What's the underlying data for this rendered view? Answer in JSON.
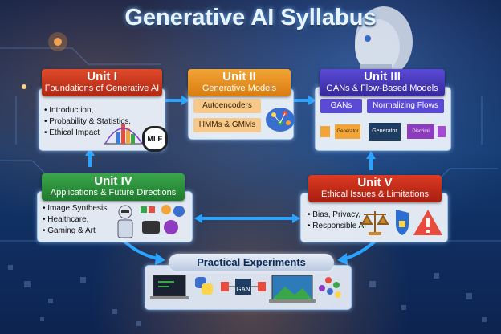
{
  "title": "Generative AI Syllabus",
  "units": [
    {
      "unit": "Unit I",
      "subtitle": "Foundations of Generative AI",
      "bullets": [
        "Introduction,",
        "Probability & Statistics,",
        "Ethical Impact"
      ],
      "badge": "MLE"
    },
    {
      "unit": "Unit II",
      "subtitle": "Generative Models",
      "items": [
        "Autoencoders",
        "HMMs & GMMs"
      ]
    },
    {
      "unit": "Unit III",
      "subtitle": "GANs & Flow-Based Models",
      "chips": [
        "GANs",
        "Normalizing Flows"
      ],
      "diagram": [
        "Generator",
        "Generator",
        "Discrimi"
      ]
    },
    {
      "unit": "Unit IV",
      "subtitle": "Applications & Future Directions",
      "bullets": [
        "Image Synthesis,",
        "Healthcare,",
        "Gaming & Art"
      ]
    },
    {
      "unit": "Unit V",
      "subtitle": "Ethical Issues & Limitations",
      "bullets": [
        "Bias, Privacy,",
        "Responsible AI"
      ]
    }
  ],
  "practical": {
    "title": "Practical Experiments",
    "gan_label": "GAN"
  },
  "colors": {
    "unit1": "#c9361a",
    "unit2": "#e58c1e",
    "unit3": "#4536b8",
    "unit4": "#2e8f3d",
    "unit5": "#c62e18",
    "arrow": "#2aa3ff"
  }
}
